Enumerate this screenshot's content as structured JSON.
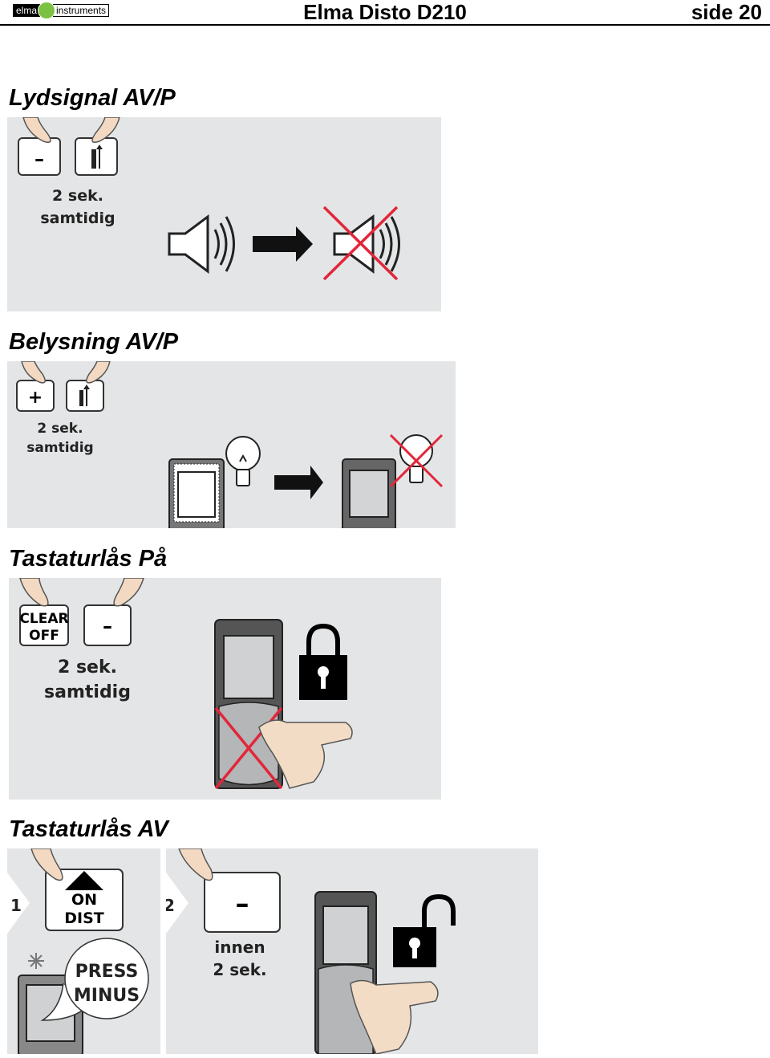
{
  "header": {
    "logo_left": "elma",
    "logo_right": "instruments",
    "title": "Elma Disto D210",
    "page": "side 20"
  },
  "sections": [
    {
      "title": "Lydsignal AV/P",
      "caption_line1": "2 sek.",
      "caption_line2": "samtidig",
      "key_a": "–"
    },
    {
      "title": "Belysning AV/P",
      "caption_line1": "2 sek.",
      "caption_line2": "samtidig",
      "key_a": "+"
    },
    {
      "title": "Tastaturlås På",
      "caption_line1": "2 sek.",
      "caption_line2": "samtidig",
      "key_a_line1": "CLEAR",
      "key_a_line2": "OFF",
      "key_b": "–"
    },
    {
      "title": "Tastaturlås AV",
      "step1": "1",
      "step2": "2",
      "key_on": "ON",
      "key_dist": "DIST",
      "bubble_line1": "PRESS",
      "bubble_line2": "MINUS",
      "key_minus": "–",
      "caption_line1": "innen",
      "caption_line2": "2 sek."
    }
  ]
}
